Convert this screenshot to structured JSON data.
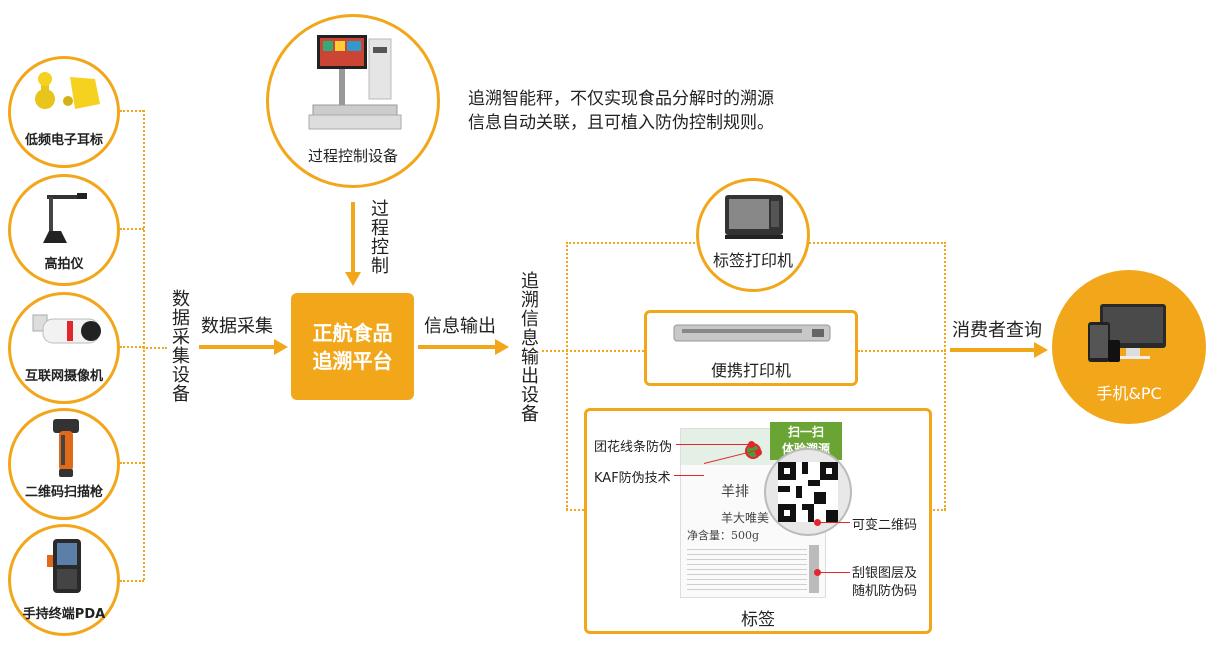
{
  "devices_left": [
    {
      "label": "低频电子耳标",
      "icon": "ear-tag-icon"
    },
    {
      "label": "高拍仪",
      "icon": "document-camera-icon"
    },
    {
      "label": "互联网摄像机",
      "icon": "ip-camera-icon"
    },
    {
      "label": "二维码扫描枪",
      "icon": "barcode-scanner-icon"
    },
    {
      "label": "手持终端PDA",
      "icon": "pda-icon"
    }
  ],
  "collect_devices_label": "数据采集设备",
  "data_collect_label": "数据采集",
  "process_device": {
    "label": "过程控制设备",
    "icon": "smart-scale-icon"
  },
  "process_note_line1": "追溯智能秤，不仅实现食品分解时的溯源",
  "process_note_line2": "信息自动关联，且可植入防伪控制规则。",
  "process_control_label": "过程控制",
  "platform": {
    "line1": "正航食品",
    "line2": "追溯平台"
  },
  "info_output_label": "信息输出",
  "trace_output_devices_label": "追溯信息输出设备",
  "label_printer": {
    "label": "标签打印机",
    "icon": "label-printer-icon"
  },
  "portable_printer": {
    "label": "便携打印机",
    "icon": "portable-printer-icon"
  },
  "label_section": {
    "title": "标签",
    "scan_badge_line1": "扫一扫",
    "scan_badge_line2": "体验溯源",
    "product_name": "羊排",
    "product_sub": "羊大唯美",
    "net_content": "净含量：500g",
    "annotations": {
      "flower_line": "团花线条防伪",
      "kaf": "KAF防伪技术",
      "variable_qr": "可变二维码",
      "scratch_line1": "刮银图层及",
      "scratch_line2": "随机防伪码"
    }
  },
  "consumer_query_label": "消费者查询",
  "phone_pc": {
    "label": "手机&PC",
    "icon": "devices-icon"
  },
  "colors": {
    "accent": "#f2a71b",
    "red": "#e3262b",
    "green": "#6aa434"
  }
}
